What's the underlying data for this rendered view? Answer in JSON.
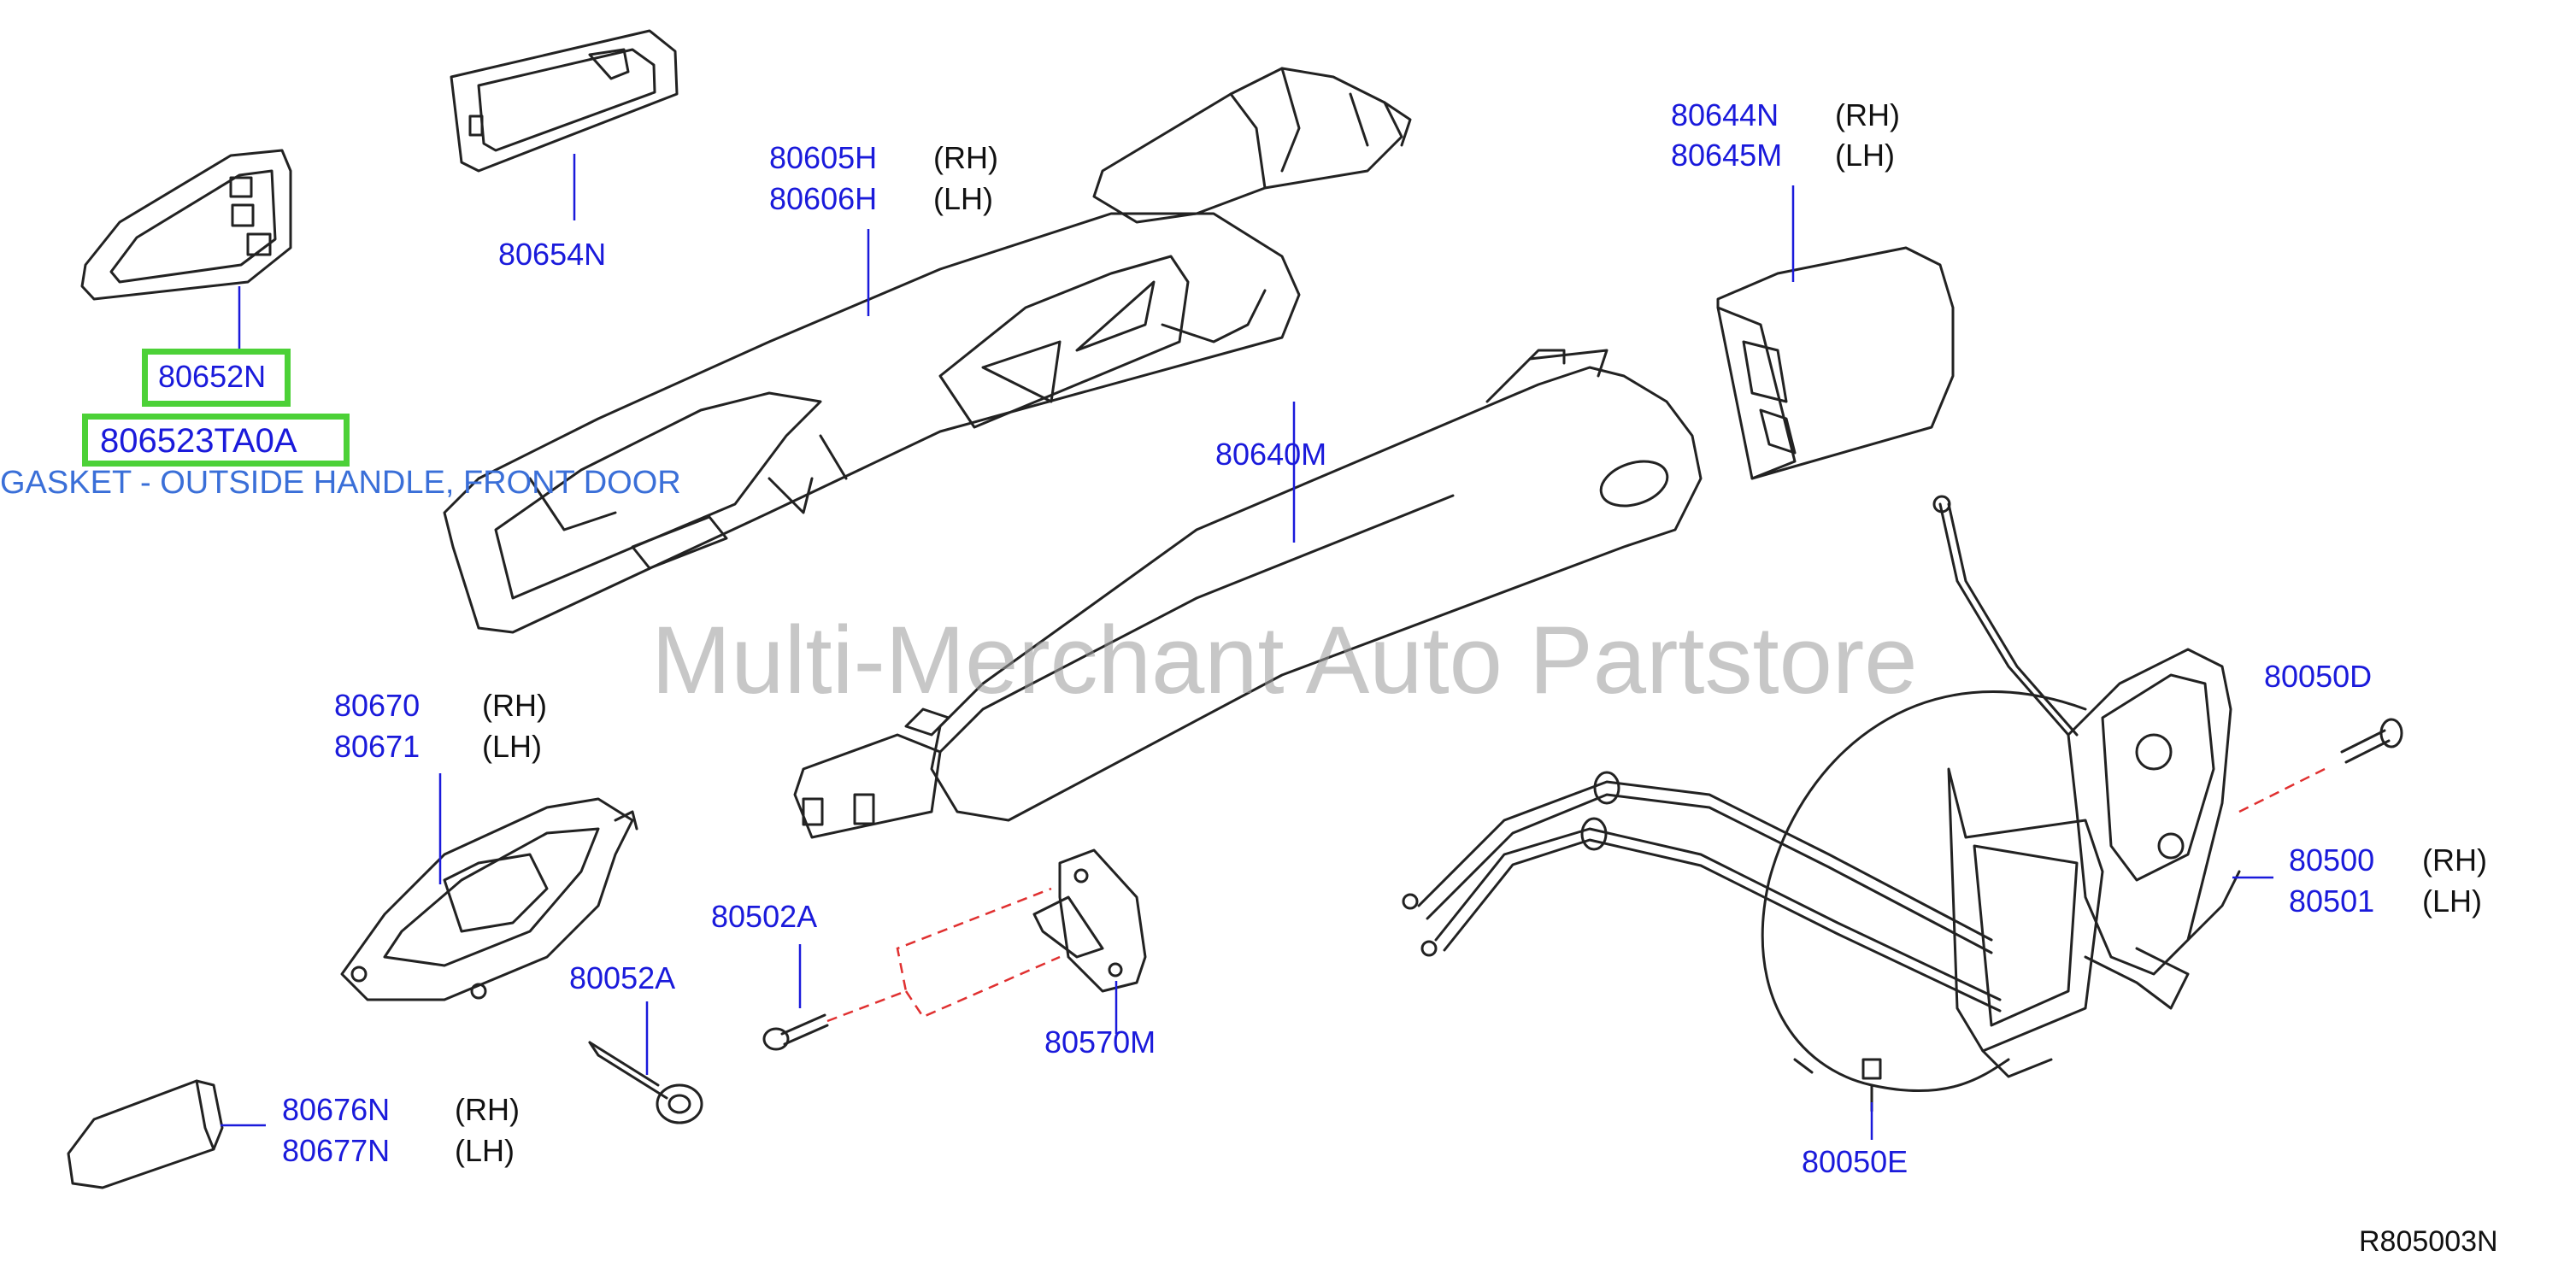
{
  "parts": [
    {
      "id": "80652N"
    },
    {
      "id": "80654N"
    },
    {
      "id": "80605H",
      "side": "(RH)"
    },
    {
      "id": "80606H",
      "side": "(LH)"
    },
    {
      "id": "80644N",
      "side": "(RH)"
    },
    {
      "id": "80645M",
      "side": "(LH)"
    },
    {
      "id": "80640M"
    },
    {
      "id": "80670",
      "side": "(RH)"
    },
    {
      "id": "80671",
      "side": "(LH)"
    },
    {
      "id": "80050D"
    },
    {
      "id": "80500",
      "side": "(RH)"
    },
    {
      "id": "80501",
      "side": "(LH)"
    },
    {
      "id": "80502A"
    },
    {
      "id": "80052A"
    },
    {
      "id": "80570M"
    },
    {
      "id": "80676N",
      "side": "(RH)"
    },
    {
      "id": "80677N",
      "side": "(LH)"
    },
    {
      "id": "80050E"
    }
  ],
  "highlight": {
    "part_label": "80652N",
    "full_part_number": "806523TA0A",
    "description": "GASKET - OUTSIDE HANDLE, FRONT DOOR"
  },
  "watermark": "Multi-Merchant Auto Partstore",
  "diagram_code": "R805003N",
  "colors": {
    "part_number": "#1a1adb",
    "highlight_border": "#4cd137",
    "description": "#3a6fd8",
    "line_art": "#222222",
    "dashed_guide": "#e03030"
  }
}
